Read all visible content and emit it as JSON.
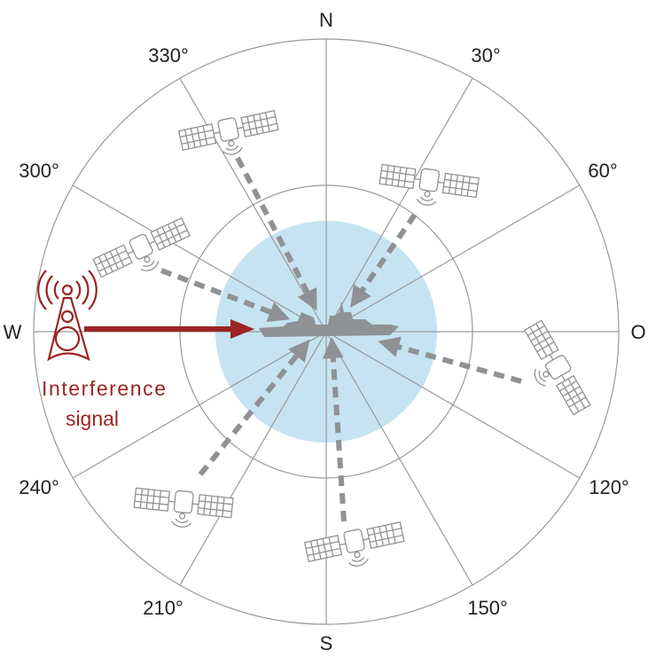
{
  "compass": {
    "north": "N",
    "east": "O",
    "south": "S",
    "west": "W",
    "deg30": "30°",
    "deg60": "60°",
    "deg120": "120°",
    "deg150": "150°",
    "deg210": "210°",
    "deg240": "240°",
    "deg300": "300°",
    "deg330": "330°"
  },
  "interference": {
    "line1": "Interference",
    "line2": "signal"
  },
  "colors": {
    "zone": "#c5e3f0",
    "interference": "#9b2424",
    "signal": "#8e9295",
    "grid": "#9a9a9a"
  }
}
